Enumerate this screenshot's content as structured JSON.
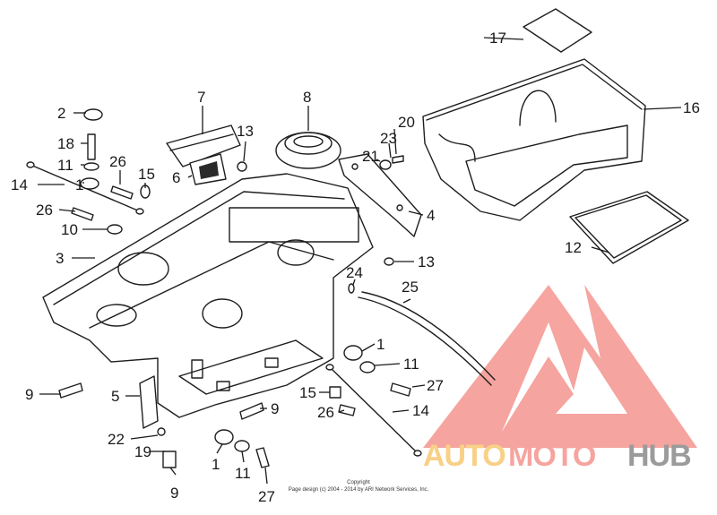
{
  "diagram": {
    "labels": [
      {
        "id": "p1",
        "text": "1"
      },
      {
        "id": "p2",
        "text": "2"
      },
      {
        "id": "p3",
        "text": "3"
      },
      {
        "id": "p4",
        "text": "4"
      },
      {
        "id": "p5",
        "text": "5"
      },
      {
        "id": "p6",
        "text": "6"
      },
      {
        "id": "p7",
        "text": "7"
      },
      {
        "id": "p8",
        "text": "8"
      },
      {
        "id": "p9",
        "text": "9"
      },
      {
        "id": "p10",
        "text": "10"
      },
      {
        "id": "p11",
        "text": "11"
      },
      {
        "id": "p12",
        "text": "12"
      },
      {
        "id": "p13",
        "text": "13"
      },
      {
        "id": "p14",
        "text": "14"
      },
      {
        "id": "p15",
        "text": "15"
      },
      {
        "id": "p16",
        "text": "16"
      },
      {
        "id": "p17",
        "text": "17"
      },
      {
        "id": "p18",
        "text": "18"
      },
      {
        "id": "p19",
        "text": "19"
      },
      {
        "id": "p20",
        "text": "20"
      },
      {
        "id": "p21",
        "text": "21"
      },
      {
        "id": "p22",
        "text": "22"
      },
      {
        "id": "p23",
        "text": "23"
      },
      {
        "id": "p24",
        "text": "24"
      },
      {
        "id": "p25",
        "text": "25"
      },
      {
        "id": "p26",
        "text": "26"
      },
      {
        "id": "p27",
        "text": "27"
      }
    ],
    "copyright_line1": "Copyright",
    "copyright_line2": "Page design (c) 2004 - 2014 by ARI Network Services, Inc."
  },
  "watermark": {
    "part1": "AUTO",
    "part2": "MOTO",
    "part3": "HUB",
    "colors": {
      "triangle": "#f4958f",
      "auto": "#f7c873",
      "moto": "#f4958f",
      "hub": "#8a8a8a"
    }
  }
}
